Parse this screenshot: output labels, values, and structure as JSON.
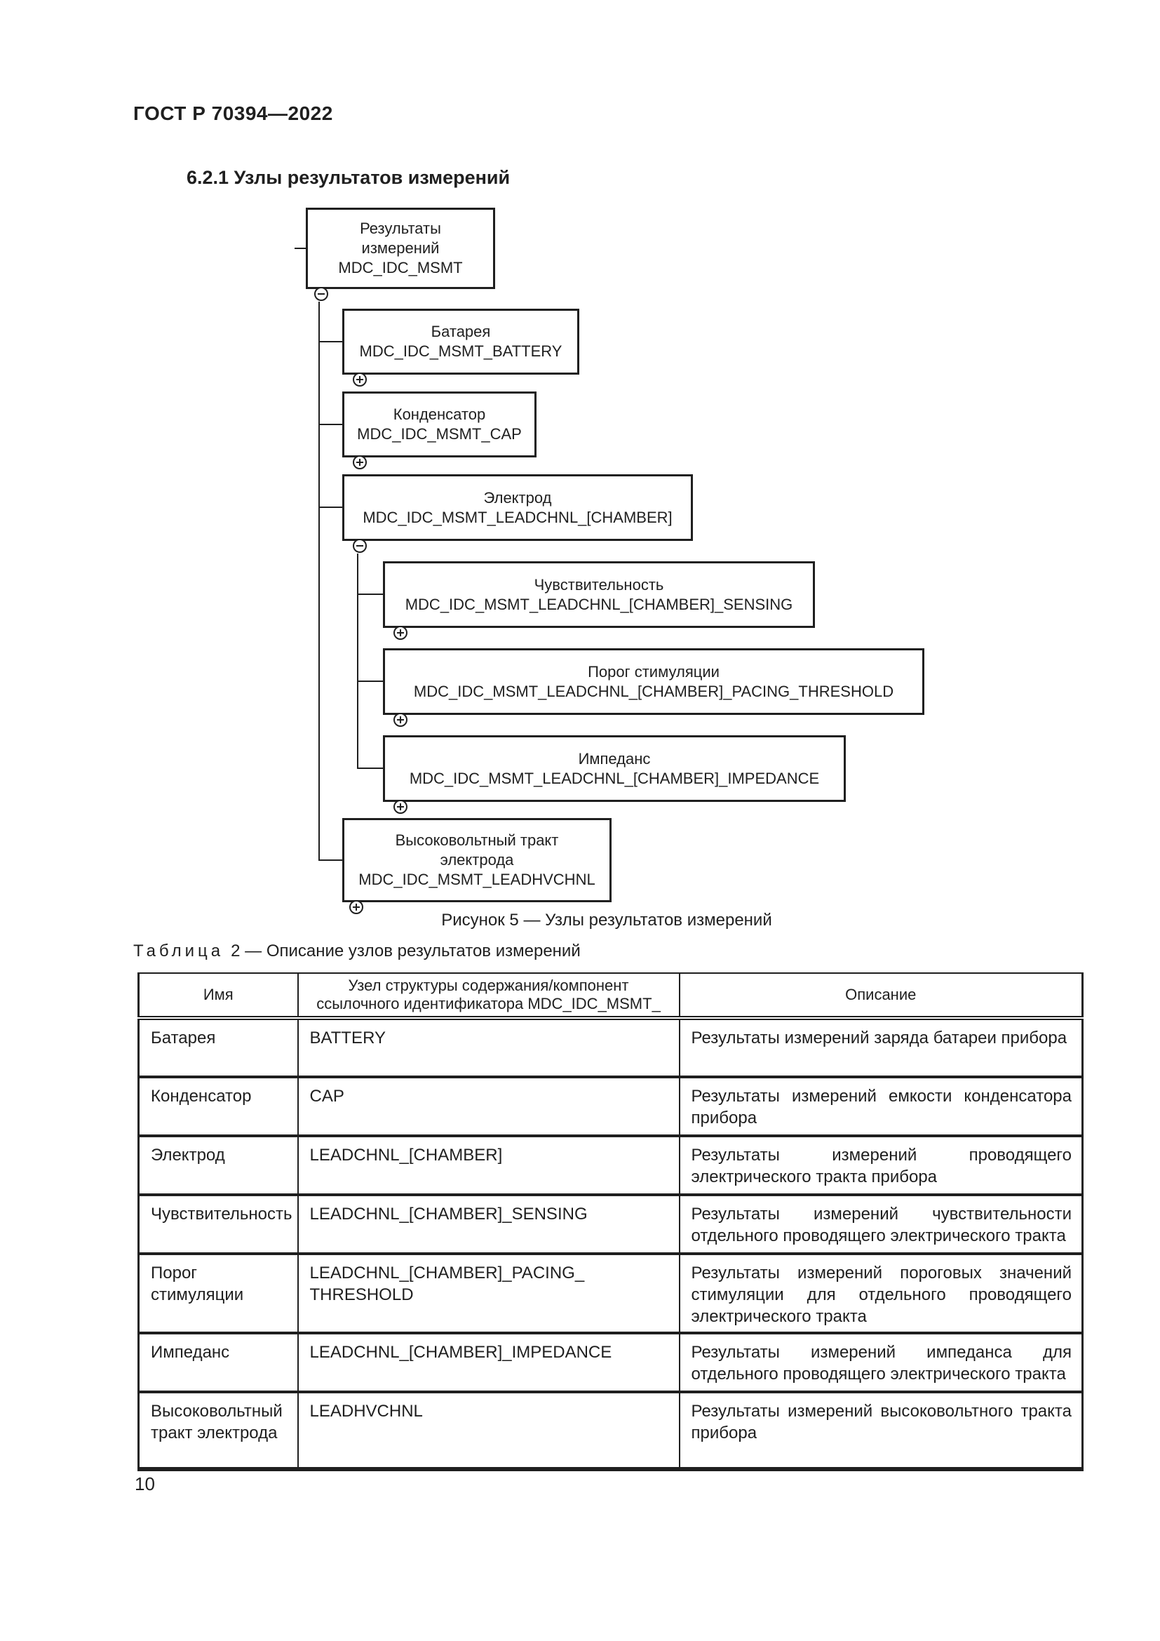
{
  "page": {
    "document_code": "ГОСТ Р 70394—2022",
    "section_heading": "6.2.1 Узлы результатов измерений",
    "figure_caption": "Рисунок 5 — Узлы результатов измерений",
    "page_number": "10"
  },
  "table_caption": {
    "label": "Таблица",
    "number": "2",
    "dash": "—",
    "title": "Описание узлов результатов измерений"
  },
  "diagram": {
    "nodes": [
      {
        "name": "Результаты\nизмерений",
        "code": "MDC_IDC_MSMT",
        "expander": "minus",
        "level": 0
      },
      {
        "name": "Батарея",
        "code": "MDC_IDC_MSMT_BATTERY",
        "expander": "plus",
        "level": 1
      },
      {
        "name": "Конденсатор",
        "code": "MDC_IDC_MSMT_CAP",
        "expander": "plus",
        "level": 1
      },
      {
        "name": "Электрод",
        "code": "MDC_IDC_MSMT_LEADCHNL_[CHAMBER]",
        "expander": "minus",
        "level": 1
      },
      {
        "name": "Чувствительность",
        "code": "MDC_IDC_MSMT_LEADCHNL_[CHAMBER]_SENSING",
        "expander": "plus",
        "level": 2
      },
      {
        "name": "Порог стимуляции",
        "code": "MDC_IDC_MSMT_LEADCHNL_[CHAMBER]_PACING_THRESHOLD",
        "expander": "plus",
        "level": 2
      },
      {
        "name": "Импеданс",
        "code": "MDC_IDC_MSMT_LEADCHNL_[CHAMBER]_IMPEDANCE",
        "expander": "plus",
        "level": 2
      },
      {
        "name": "Высоковольтный тракт\nэлектрода",
        "code": "MDC_IDC_MSMT_LEADHVCHNL",
        "expander": "plus",
        "level": 1
      }
    ]
  },
  "table": {
    "columns": [
      "Имя",
      "Узел структуры содержания/компонент\nссылочного идентификатора MDC_IDC_MSMT_",
      "Описание"
    ],
    "rows": [
      {
        "name": "Батарея",
        "node": "BATTERY",
        "description": "Результаты измерений заряда батареи прибора"
      },
      {
        "name": "Конденсатор",
        "node": "CAP",
        "description": "Результаты измерений емкости конденсатора прибора"
      },
      {
        "name": "Электрод",
        "node": "LEADCHNL_[CHAMBER]",
        "description": "Результаты измерений проводящего электрического тракта прибора"
      },
      {
        "name": "Чувствительность",
        "node": "LEADCHNL_[CHAMBER]_SENSING",
        "description": "Результаты измерений чувствительности отдельного проводящего электрического тракта"
      },
      {
        "name": "Порог стимуляции",
        "node": "LEADCHNL_[CHAMBER]_PACING_\nTHRESHOLD",
        "description": "Результаты измерений пороговых значений стимуляции для отдельного проводящего электрического тракта"
      },
      {
        "name": "Импеданс",
        "node": "LEADCHNL_[CHAMBER]_IMPEDANCE",
        "description": "Результаты измерений импеданса для отдельного проводящего электрического тракта"
      },
      {
        "name": "Высоковольтный тракт электрода",
        "node": "LEADHVCHNL",
        "description": "Результаты измерений высоковольтного тракта прибора"
      }
    ]
  },
  "colors": {
    "ink": "#1f1f1f",
    "paper": "#ffffff"
  }
}
